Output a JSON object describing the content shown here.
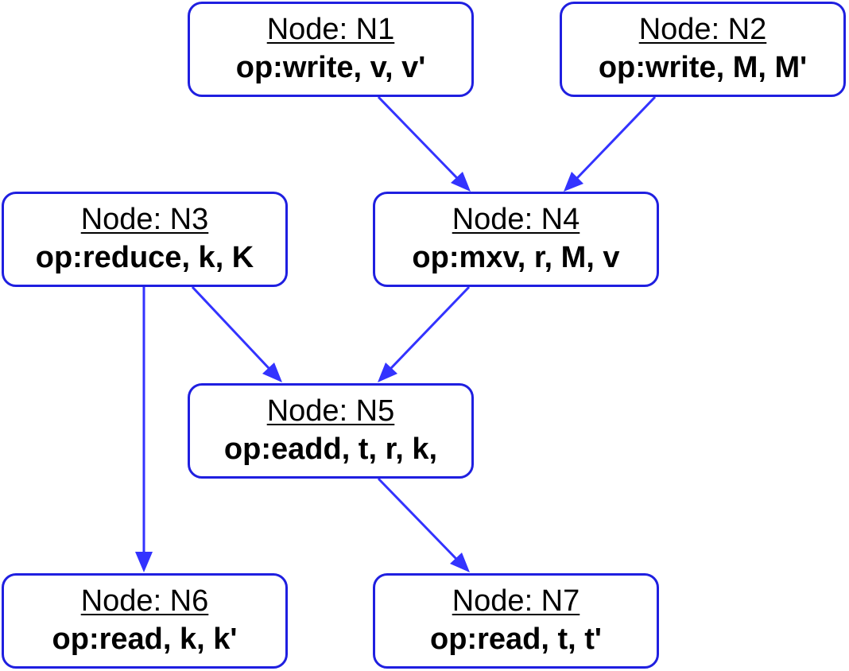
{
  "diagram": {
    "edge_color": "#3333ff",
    "node_border_color": "#1f1fe0",
    "nodes": [
      {
        "id": "N1",
        "title": "Node: N1",
        "op": "op:write, v, v'"
      },
      {
        "id": "N2",
        "title": "Node: N2",
        "op": "op:write, M, M'"
      },
      {
        "id": "N3",
        "title": "Node: N3",
        "op": "op:reduce, k, K"
      },
      {
        "id": "N4",
        "title": "Node: N4",
        "op": "op:mxv, r, M, v"
      },
      {
        "id": "N5",
        "title": "Node: N5",
        "op": "op:eadd, t, r, k,"
      },
      {
        "id": "N6",
        "title": "Node: N6",
        "op": "op:read, k, k'"
      },
      {
        "id": "N7",
        "title": "Node: N7",
        "op": "op:read, t, t'"
      }
    ],
    "edges": [
      {
        "from": "N1",
        "to": "N4"
      },
      {
        "from": "N2",
        "to": "N4"
      },
      {
        "from": "N3",
        "to": "N5"
      },
      {
        "from": "N4",
        "to": "N5"
      },
      {
        "from": "N3",
        "to": "N6"
      },
      {
        "from": "N5",
        "to": "N7"
      }
    ]
  }
}
